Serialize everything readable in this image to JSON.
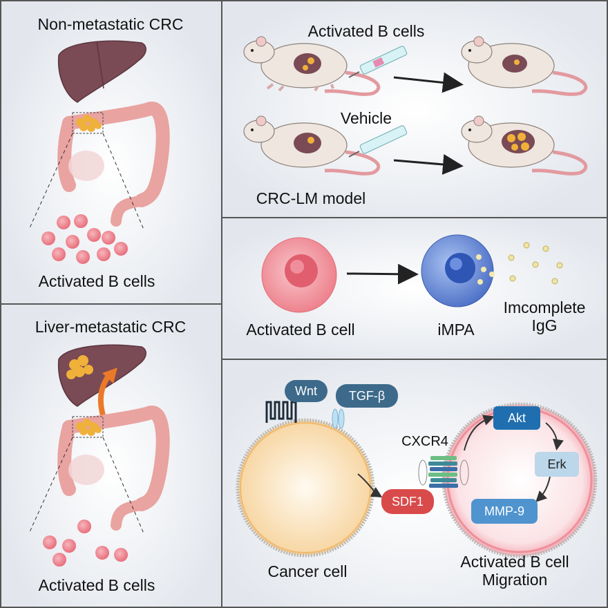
{
  "panels": {
    "non_metastatic": {
      "title": "Non-metastatic CRC",
      "cells_label": "Activated B cells"
    },
    "liver_metastatic": {
      "title": "Liver-metastatic CRC",
      "cells_label": "Activated B cells"
    },
    "mouse_model": {
      "activated_label": "Activated B cells",
      "vehicle_label": "Vehicle",
      "model_label": "CRC-LM model"
    },
    "impa": {
      "cell_label": "Activated B cell",
      "impa_label": "iMPA",
      "igg_label_line1": "Imcomplete",
      "igg_label_line2": "IgG"
    },
    "signaling": {
      "wnt": "Wnt",
      "tgf": "TGF-β",
      "cxcr4": "CXCR4",
      "sdf1": "SDF1",
      "akt": "Akt",
      "erk": "Erk",
      "mmp9": "MMP-9",
      "cancer_cell": "Cancer cell",
      "b_cell_line1": "Activated B cell",
      "b_cell_line2": "Migration"
    }
  },
  "colors": {
    "panel_bg": "#e4e8ee",
    "liver": "#7a4a55",
    "tumor": "#f0b13a",
    "colon": "#e9a3a0",
    "b_cell": "#e8707c",
    "impa_cell": "#5b7fd0",
    "cancer_cell": "#f6dcae",
    "akt": "#1f6fb0",
    "erk": "#bcd6ea",
    "mmp9": "#4f94cf",
    "sdf1": "#d94a4a",
    "wnt": "#3d6a8a",
    "arrow_orange": "#ea7a2a"
  }
}
